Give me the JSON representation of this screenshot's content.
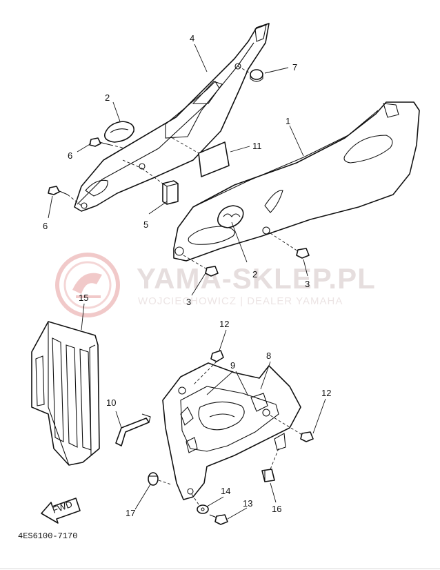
{
  "diagram_code": "4ES6100-7170",
  "watermark": {
    "title": "YAMA-SKLEP.PL",
    "subtitle": "WOJCIECHOWICZ | DEALER YAMAHA"
  },
  "fwd_arrow_label": "FWD",
  "callouts": {
    "c1": "1",
    "c2a": "2",
    "c2b": "2",
    "c3a": "3",
    "c3b": "3",
    "c4": "4",
    "c5": "5",
    "c6a": "6",
    "c6b": "6",
    "c7": "7",
    "c8": "8",
    "c9": "9",
    "c10": "10",
    "c11": "11",
    "c12a": "12",
    "c12b": "12",
    "c13": "13",
    "c14": "14",
    "c15": "15",
    "c16": "16",
    "c17": "17"
  }
}
